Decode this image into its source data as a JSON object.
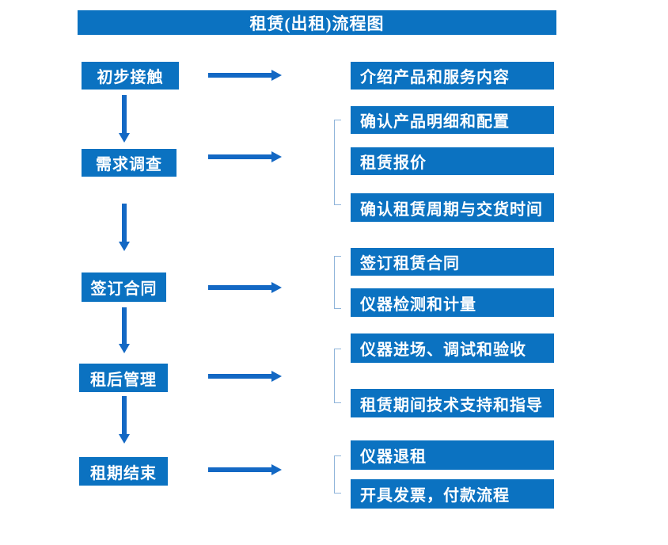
{
  "title": "租赁(出租)流程图",
  "colors": {
    "box_blue": "#0b72c1",
    "arrow_blue": "#1368c4",
    "bracket_blue": "#8fb4da",
    "text": "#ffffff",
    "background": "#ffffff"
  },
  "steps": [
    {
      "label": "初步接触",
      "outputs": [
        "介绍产品和服务内容"
      ]
    },
    {
      "label": "需求调查",
      "outputs": [
        "确认产品明细和配置",
        "租赁报价",
        "确认租赁周期与交货时间"
      ]
    },
    {
      "label": "签订合同",
      "outputs": [
        "签订租赁合同",
        "仪器检测和计量"
      ]
    },
    {
      "label": "租后管理",
      "outputs": [
        "仪器进场、调试和验收",
        "租赁期间技术支持和指导"
      ]
    },
    {
      "label": "租期结束",
      "outputs": [
        "仪器退租",
        "开具发票，付款流程"
      ]
    }
  ]
}
